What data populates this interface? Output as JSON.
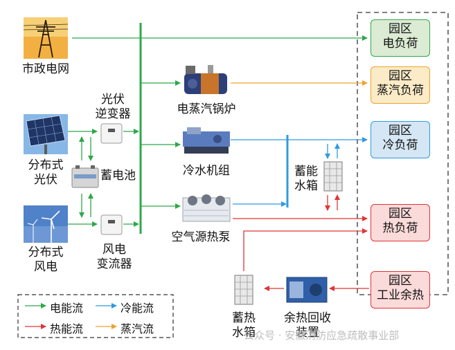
{
  "sources": {
    "grid": "市政电网",
    "pv_line1": "分布式",
    "pv_line2": "光伏",
    "wind_line1": "分布式",
    "wind_line2": "风电"
  },
  "devices": {
    "inverter_line1": "光伏",
    "inverter_line2": "逆变器",
    "battery": "蓄电池",
    "converter_line1": "风电",
    "converter_line2": "变流器",
    "boiler": "电蒸汽锅炉",
    "chiller": "冷水机组",
    "heat_pump": "空气源热泵",
    "storage_tank_line1": "蓄能",
    "storage_tank_line2": "水箱",
    "heat_tank_line1": "蓄热",
    "heat_tank_line2": "水箱",
    "recovery_line1": "余热回收",
    "recovery_line2": "装置"
  },
  "loads": [
    {
      "line1": "园区",
      "line2": "电负荷"
    },
    {
      "line1": "园区",
      "line2": "蒸汽负荷"
    },
    {
      "line1": "园区",
      "line2": "冷负荷"
    },
    {
      "line1": "园区",
      "line2": "热负荷"
    },
    {
      "line1": "园区",
      "line2": "工业余热"
    }
  ],
  "legend": {
    "electric": "电能流",
    "cold": "冷能流",
    "heat": "热能流",
    "steam": "蒸汽流"
  },
  "watermark": "公众号 · 安徽消防应急疏散事业部",
  "colors": {
    "electric": "#2ea84a",
    "cold": "#2c9be0",
    "heat": "#e13434",
    "steam": "#efa22e",
    "load_electric_bg": "#dcebd3",
    "load_steam_bg": "#fbebc6",
    "load_cold_bg": "#d5e6f4",
    "load_heat_bg": "#fbdada",
    "load_waste_bg": "#fbdada"
  }
}
